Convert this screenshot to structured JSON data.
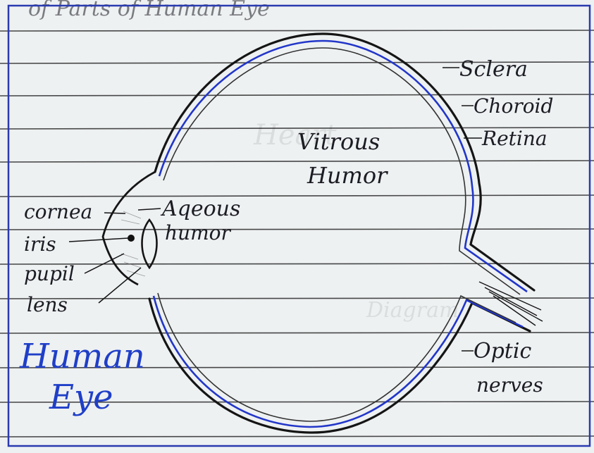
{
  "header_fragment": "of Parts of Human Eye",
  "title": {
    "line1": "Human",
    "line2": "Eye"
  },
  "labels": {
    "sclera": "Sclera",
    "choroid": "Choroid",
    "retina": "Retina",
    "vitreous_line1": "Vitrous",
    "vitreous_line2": "Humor",
    "aqueous_line1": "Aqeous",
    "aqueous_line2": "humor",
    "cornea": "cornea",
    "iris": "iris",
    "pupil": "pupil",
    "lens": "lens",
    "optic_line1": "Optic",
    "optic_line2": "nerves"
  },
  "colors": {
    "paper": "#eef1f2",
    "rule_line": "#1e1e1e",
    "ink_black": "#151515",
    "ink_blue": "#2236c9",
    "border_blue": "#2a3ab0"
  }
}
